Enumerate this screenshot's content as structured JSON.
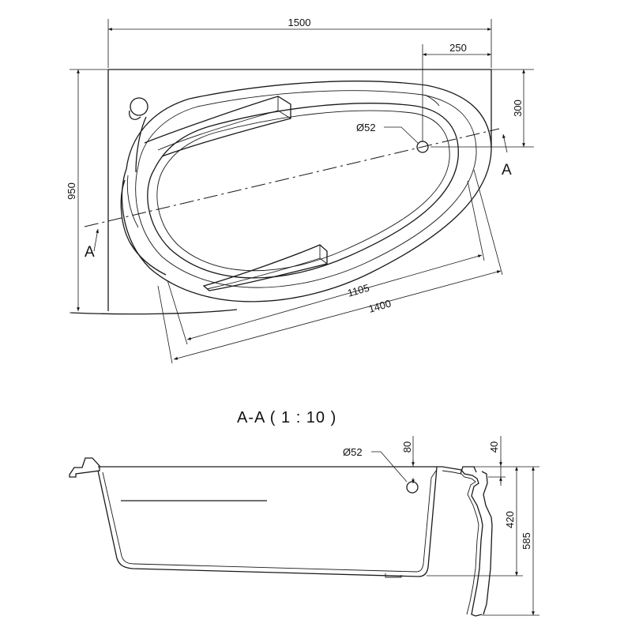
{
  "plan_view": {
    "dim_width": "1500",
    "dim_outlet_offset": "250",
    "dim_outlet_depth": "300",
    "dim_depth": "950",
    "dim_inner_length": "1105",
    "dim_outer_length": "1400",
    "outlet_diameter": "Ø52",
    "section_marker_left": "A",
    "section_marker_right": "A"
  },
  "section_view": {
    "title": "A-A  ( 1 : 10 )",
    "outlet_diameter": "Ø52",
    "dim_outlet_height": "80",
    "dim_rim": "40",
    "dim_depth": "420",
    "dim_total_height": "585"
  }
}
